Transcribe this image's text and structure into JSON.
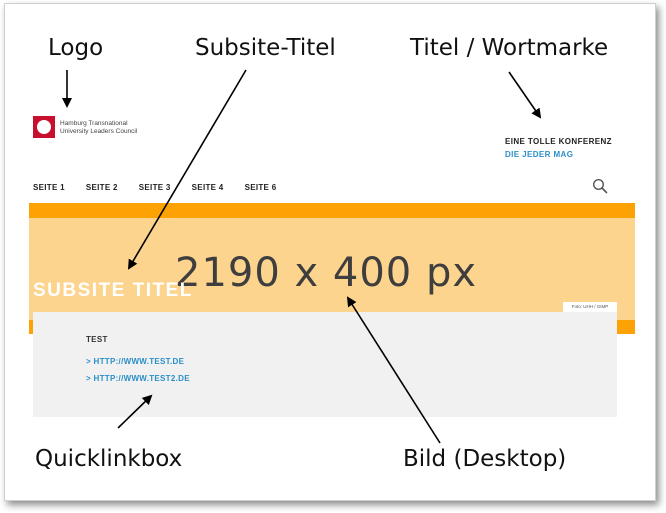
{
  "annotations": {
    "logo": "Logo",
    "subsite_title": "Subsite-Titel",
    "wordmark": "Titel / Wortmarke",
    "quicklinkbox": "Quicklinkbox",
    "image": "Bild (Desktop)"
  },
  "site": {
    "logo_line1": "Hamburg Transnational",
    "logo_line2": "University Leaders Council",
    "wordmark_line1": "EINE TOLLE KONFERENZ",
    "wordmark_line2": "DIE JEDER MAG"
  },
  "nav": {
    "items": [
      "SEITE 1",
      "SEITE 2",
      "SEITE 3",
      "SEITE 4",
      "SEITE 6"
    ],
    "search_icon": "search-icon"
  },
  "hero": {
    "size_label": "2190 x 400 px",
    "title": "SUBSITE TITEL",
    "photo_credit": "Foto: UHH / GIMP"
  },
  "quicklinks": {
    "heading": "TEST",
    "links": [
      "> HTTP://WWW.TEST.DE",
      "> HTTP://WWW.TEST2.DE"
    ]
  },
  "colors": {
    "accent_orange": "#fca204",
    "hero_fill": "#fdd48e",
    "link_blue": "#2a8fc7",
    "logo_red": "#c8102e",
    "quicklink_bg": "#f1f1f1"
  }
}
